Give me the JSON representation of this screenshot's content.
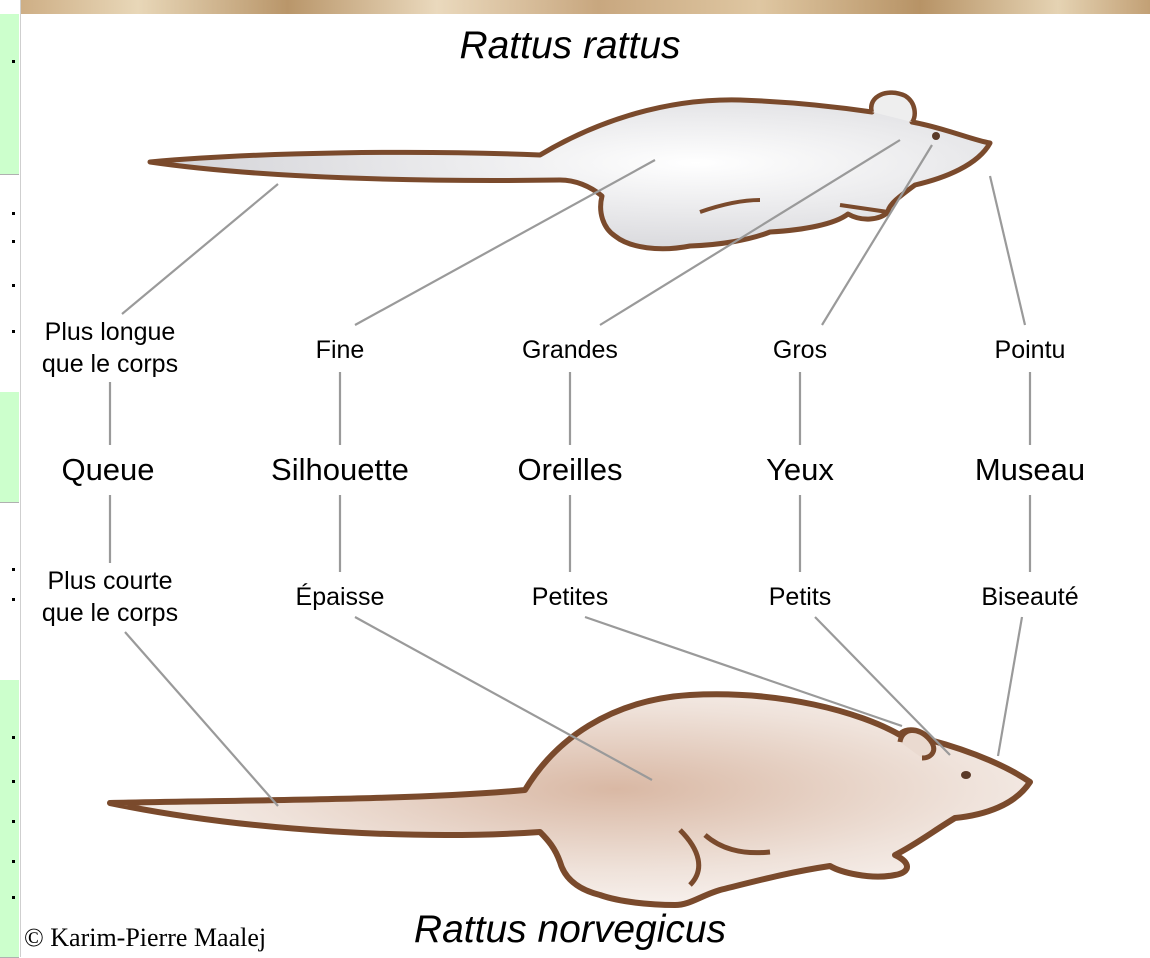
{
  "titles": {
    "top": "Rattus rattus",
    "bottom": "Rattus norvegicus"
  },
  "credit": "© Karim-Pierre Maalej",
  "columns": [
    {
      "category": "Queue",
      "top_lines": [
        "Plus longue",
        "que le corps"
      ],
      "bottom_lines": [
        "Plus courte",
        "que le corps"
      ]
    },
    {
      "category": "Silhouette",
      "top_lines": [
        "Fine"
      ],
      "bottom_lines": [
        "Épaisse"
      ]
    },
    {
      "category": "Oreilles",
      "top_lines": [
        "Grandes"
      ],
      "bottom_lines": [
        "Petites"
      ]
    },
    {
      "category": "Yeux",
      "top_lines": [
        "Gros"
      ],
      "bottom_lines": [
        "Petits"
      ]
    },
    {
      "category": "Museau",
      "top_lines": [
        "Pointu"
      ],
      "bottom_lines": [
        "Biseauté"
      ]
    }
  ],
  "colors": {
    "rattus_rattus_fill": "#dcdcdc",
    "rattus_rattus_outline": "#7a4a2c",
    "rattus_norvegicus_fill": "#e4cfc2",
    "rattus_norvegicus_outline": "#7a4a2c",
    "connector": "#9a9a9a",
    "sidebar_panel": "#ccffcc"
  }
}
